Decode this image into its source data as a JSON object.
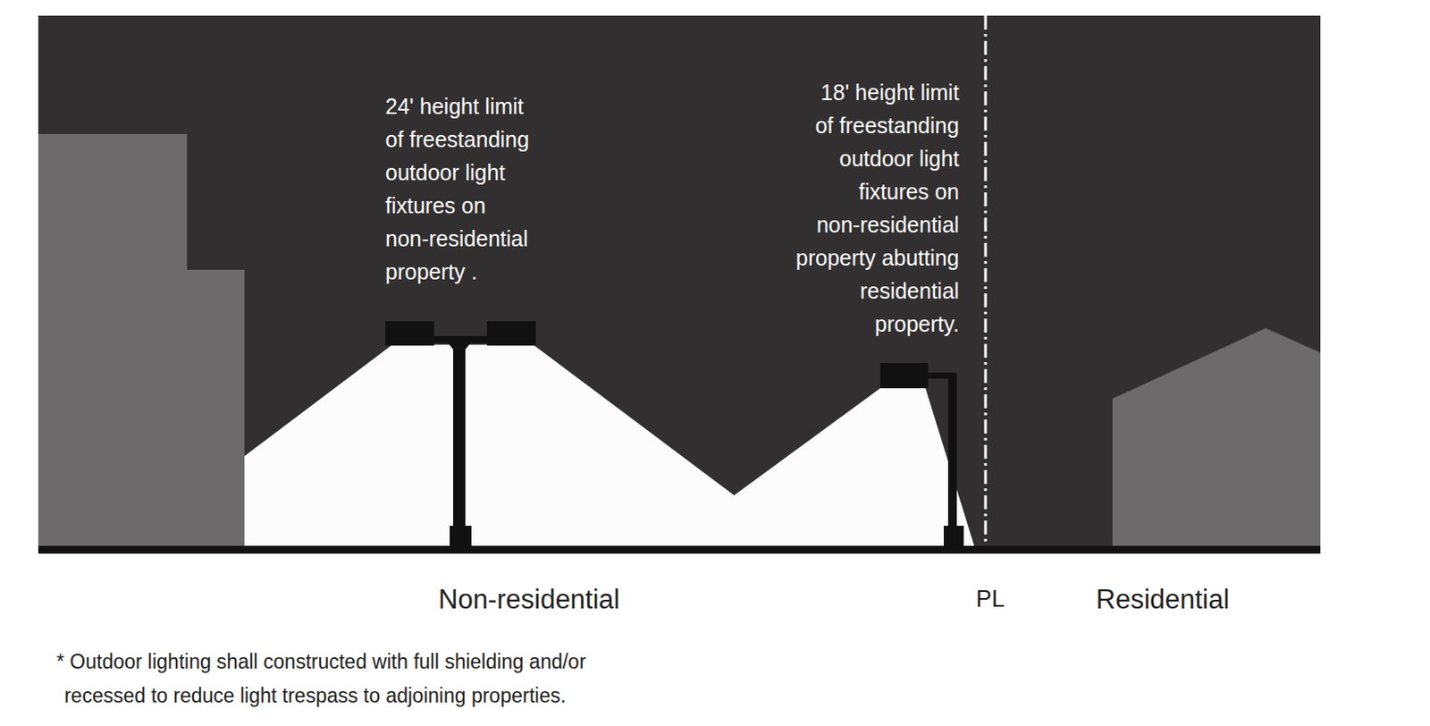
{
  "diagram": {
    "labels": [
      "24' height limit of freestanding outdoor light fixtures on non-residential property .",
      "18' height limit of freestanding outdoor light fixtures on non-residential property abutting residential property.",
      "Non-residential",
      "PL",
      "Residential",
      "* Outdoor lighting shall constructed with full shielding and/or recessed to reduce light trespass to adjoining properties."
    ]
  }
}
